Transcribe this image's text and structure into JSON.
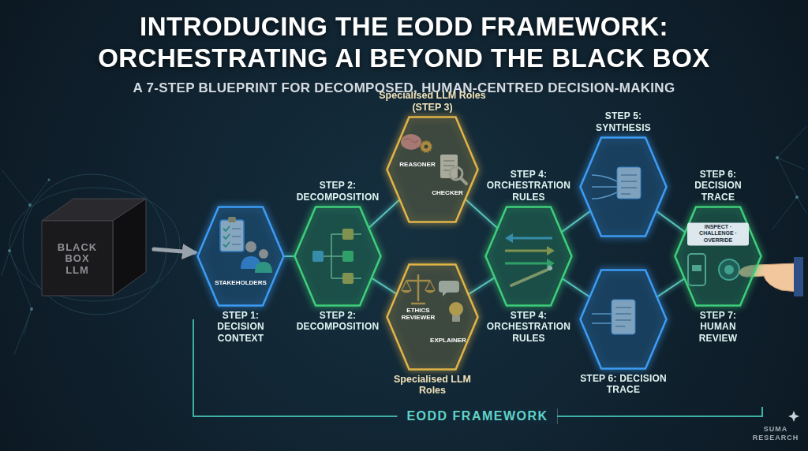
{
  "diagram": {
    "title": "INTRODUCING THE EODD FRAMEWORK: ORCHESTRATING AI BEYOND THE BLACK BOX",
    "caption": "A 7-STEP BLUEPRINT FOR DECOMPOSED, HUMAN-CENTRED DECISION-MAKING",
    "nodes": [
      {
        "text": [
          "BLACK BOX LLM"
        ]
      },
      {
        "text": [
          "STAKEHOLDERS",
          "STEP 1: DECISION CONTEXT"
        ]
      },
      {
        "text": [
          "STEP 2: DECOMPOSITION",
          "STEP 2: DECOMPOSITION"
        ]
      },
      {
        "text": [
          "Specialised LLM Roles (STEP 3)",
          "REASONER",
          "CHECKER"
        ]
      },
      {
        "text": [
          "ETHICS REVIEWER",
          "EXPLAINER",
          "Specialised LLM Roles"
        ]
      },
      {
        "text": [
          "STEP 4: ORCHESTRATION RULES",
          "STEP 4: ORCHESTRATION RULES"
        ]
      },
      {
        "text": [
          "STEP 5: SYNTHESIS"
        ]
      },
      {
        "text": [
          "STEP 6: DECISION TRACE"
        ]
      },
      {
        "text": [
          "STEP 6: DECISION TRACE",
          "INSPECT · CHALLENGE · OVERRIDE",
          "STEP 7: HUMAN REVIEW"
        ]
      }
    ],
    "edges": [
      {
        "from": 0,
        "to": 1,
        "arrow": "to"
      },
      {
        "from": 1,
        "to": 2,
        "arrow": "none"
      },
      {
        "from": 2,
        "to": 3,
        "arrow": "none"
      },
      {
        "from": 2,
        "to": 4,
        "arrow": "none"
      },
      {
        "from": 3,
        "to": 5,
        "arrow": "none"
      },
      {
        "from": 4,
        "to": 5,
        "arrow": "none"
      },
      {
        "from": 5,
        "to": 6,
        "arrow": "none"
      },
      {
        "from": 5,
        "to": 7,
        "arrow": "none"
      },
      {
        "from": 6,
        "to": 8,
        "arrow": "none"
      },
      {
        "from": 7,
        "to": 8,
        "arrow": "none"
      }
    ],
    "labels": [
      "EODD FRAMEWORK",
      "SUMA RESEARCH"
    ]
  }
}
